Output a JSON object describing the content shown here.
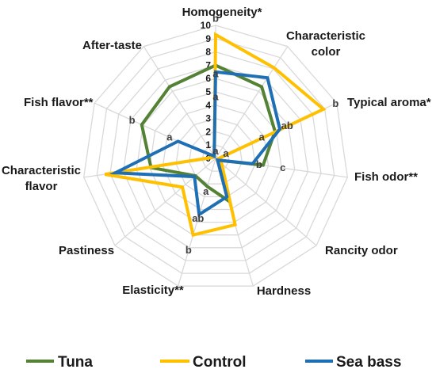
{
  "chart_data": {
    "type": "radar",
    "title": "",
    "axes": [
      "Homogeneity*",
      "Characteristic color",
      "Typical aroma*",
      "Fish odor**",
      "Rancity odor",
      "Hardness",
      "Elasticity**",
      "Pastiness",
      "Characteristic flavor",
      "Fish flavor**",
      "After-taste"
    ],
    "axis_label_lines": [
      [
        "Homogeneity*"
      ],
      [
        "Characteristic",
        "color"
      ],
      [
        "Typical aroma*"
      ],
      [
        "Fish odor**"
      ],
      [
        "Rancity odor"
      ],
      [
        "Hardness"
      ],
      [
        "Elasticity**"
      ],
      [
        "Pastiness"
      ],
      [
        "Characteristic",
        "flavor"
      ],
      [
        "Fish flavor**"
      ],
      [
        "After-taste"
      ]
    ],
    "r_ticks": [
      "0",
      "1",
      "2",
      "3",
      "4",
      "5",
      "6",
      "7",
      "8",
      "9",
      "10"
    ],
    "rlim": [
      0,
      10
    ],
    "grid": true,
    "legend_position": "bottom",
    "series": [
      {
        "name": "Tuna",
        "color": "#548235",
        "values": [
          7.0,
          6.4,
          4.9,
          3.6,
          0.2,
          3.3,
          2.2,
          2.0,
          4.9,
          6.1,
          6.4
        ]
      },
      {
        "name": "Control",
        "color": "#FFC000",
        "values": [
          9.3,
          8.1,
          8.9,
          0.2,
          0.6,
          5.2,
          6.0,
          3.3,
          8.4,
          0.2,
          0.2
        ]
      },
      {
        "name": "Sea bass",
        "color": "#1F6FB5",
        "values": [
          6.5,
          7.2,
          5.3,
          2.8,
          0.2,
          3.0,
          4.4,
          2.1,
          7.6,
          3.1,
          0.2
        ]
      }
    ],
    "annotations": [
      {
        "text": "a",
        "axis": 0,
        "r": 6.35
      },
      {
        "text": "b",
        "axis": 0,
        "r": 10.5
      },
      {
        "text": "a",
        "axis": 0,
        "r": 4.6
      },
      {
        "text": "a",
        "axis": 0,
        "r": 0.55
      },
      {
        "text": "ab",
        "axis": 2,
        "r": 5.9
      },
      {
        "text": "b",
        "axis": 2,
        "r": 9.9
      },
      {
        "text": "a",
        "axis": 2,
        "r": 3.8
      },
      {
        "text": "a",
        "axis": 2,
        "r": 0.85
      },
      {
        "text": "b",
        "axis": 3,
        "r": 3.3
      },
      {
        "text": "c",
        "axis": 3,
        "r": 5.1
      },
      {
        "text": "a",
        "axis": 6,
        "r": 2.6
      },
      {
        "text": "ab",
        "axis": 6,
        "r": 4.7
      },
      {
        "text": "b",
        "axis": 6,
        "r": 7.2
      },
      {
        "text": "b",
        "axis": 9,
        "r": 6.9
      },
      {
        "text": "a",
        "axis": 9,
        "r": 3.8
      }
    ]
  }
}
